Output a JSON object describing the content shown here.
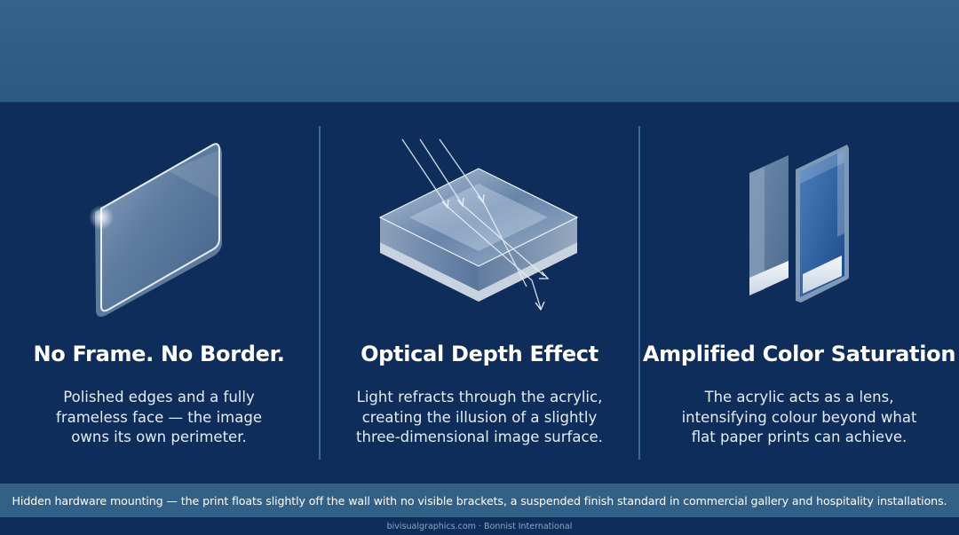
{
  "columns": [
    {
      "title": "No Frame. No Border.",
      "lines": [
        "Polished edges and a fully",
        "frameless face — the image",
        "owns its own perimeter."
      ],
      "icon": "frameless-acrylic-panel-icon"
    },
    {
      "title": "Optical Depth Effect",
      "lines": [
        "Light refracts through the acrylic,",
        "creating the illusion of a slightly",
        "three-dimensional image surface."
      ],
      "icon": "light-refraction-block-icon"
    },
    {
      "title": "Amplified Color Saturation",
      "lines": [
        "The acrylic acts as a lens,",
        "intensifying colour beyond what",
        "flat paper prints can achieve."
      ],
      "icon": "paper-vs-acrylic-icon"
    }
  ],
  "footer": {
    "text": "Hidden hardware mounting — the print floats slightly off the wall with no visible brackets, a suspended finish standard in commercial gallery and hospitality installations."
  },
  "credit": {
    "text": "bivisualgraphics.com · Bonnist International"
  },
  "colors": {
    "background": "#0e2d5a",
    "top_band": "#2f5d86",
    "footer_band": "#326087",
    "divider": "#3b6792"
  }
}
